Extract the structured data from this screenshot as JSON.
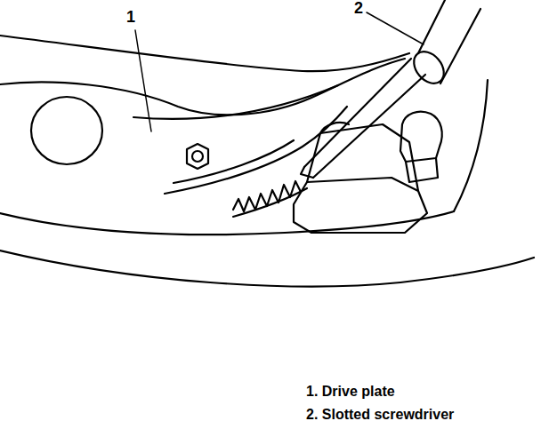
{
  "diagram": {
    "labels": [
      "1",
      "2",
      "1. Drive plate",
      "2. Slotted screwdriver"
    ]
  }
}
